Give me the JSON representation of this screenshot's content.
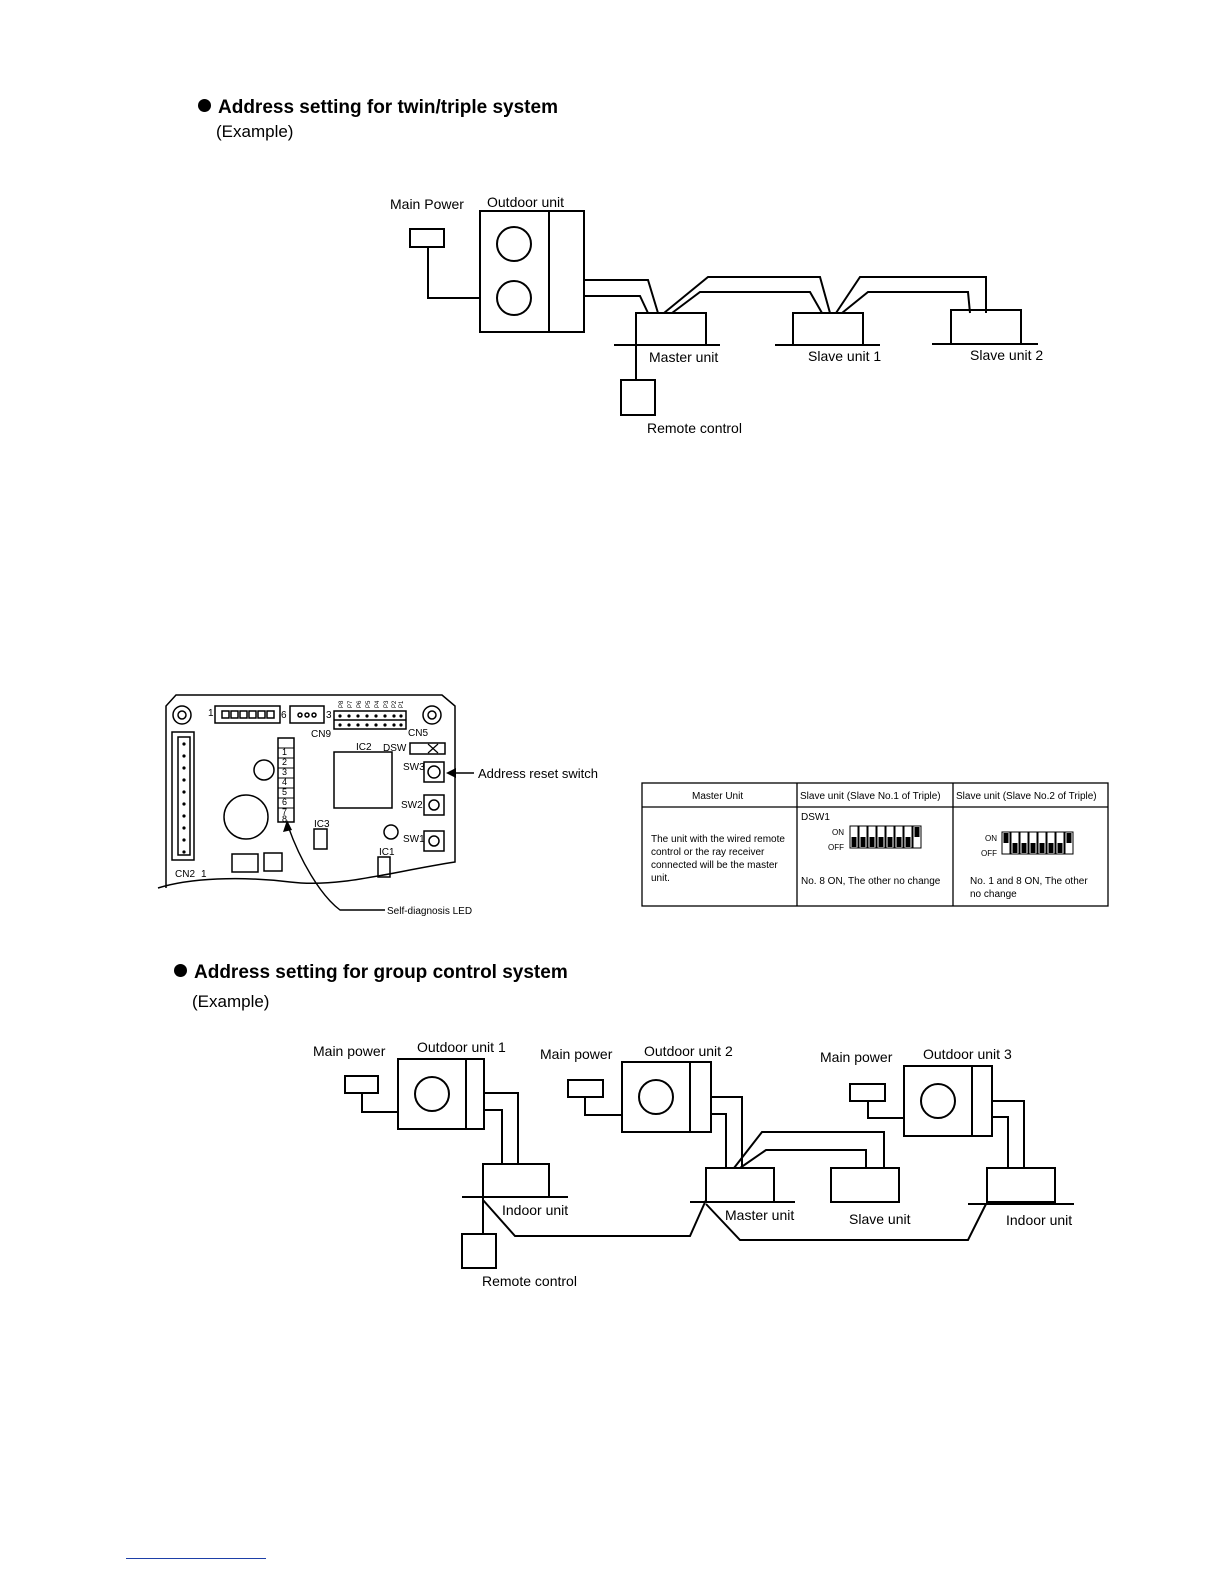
{
  "section1": {
    "title": "Address setting for twin/triple system",
    "subtitle": "(Example)",
    "labels": {
      "main_power": "Main Power",
      "outdoor_unit": "Outdoor unit",
      "master_unit": "Master unit",
      "slave_unit_1": "Slave unit 1",
      "slave_unit_2": "Slave unit 2",
      "remote_control": "Remote control"
    }
  },
  "board": {
    "labels": {
      "cn9": "CN9",
      "cn5": "CN5",
      "ic2": "IC2",
      "dsw": "DSW",
      "sw3": "SW3",
      "sw2": "SW2",
      "sw1": "SW1",
      "ic3": "IC3",
      "ic1": "IC1",
      "cn2": "CN2",
      "pin1": "1",
      "pin6": "6",
      "pin3": "3",
      "led_numbers": [
        "1",
        "2",
        "3",
        "4",
        "5",
        "6",
        "7",
        "8"
      ],
      "pins": [
        "P8",
        "P7",
        "P6",
        "P5",
        "P4",
        "P3",
        "P2",
        "P1"
      ],
      "address_reset_switch": "Address reset switch",
      "self_diagnosis_led": "Self-diagnosis LED"
    }
  },
  "dip_table": {
    "headers": [
      "Master Unit",
      "Slave unit (Slave No.1 of Triple)",
      "Slave unit (Slave No.2 of Triple)"
    ],
    "master_text": [
      "The unit with the wired remote",
      "control or the ray receiver",
      "connected will be the master",
      "unit."
    ],
    "dsw1": "DSW1",
    "on": "ON",
    "off": "OFF",
    "slave1_switches": [
      0,
      0,
      0,
      0,
      0,
      0,
      0,
      1
    ],
    "slave2_switches": [
      1,
      0,
      0,
      0,
      0,
      0,
      0,
      1
    ],
    "slave1_note": "No. 8 ON, The other no change",
    "slave2_note": [
      "No. 1 and 8 ON, The other",
      "no change"
    ]
  },
  "section2": {
    "title": "Address setting for group control system",
    "subtitle": "(Example)",
    "labels": {
      "main_power": "Main power",
      "outdoor_unit_1": "Outdoor unit 1",
      "outdoor_unit_2": "Outdoor unit 2",
      "outdoor_unit_3": "Outdoor unit 3",
      "indoor_unit": "Indoor unit",
      "master_unit": "Master unit",
      "slave_unit": "Slave unit",
      "remote_control": "Remote control"
    }
  }
}
